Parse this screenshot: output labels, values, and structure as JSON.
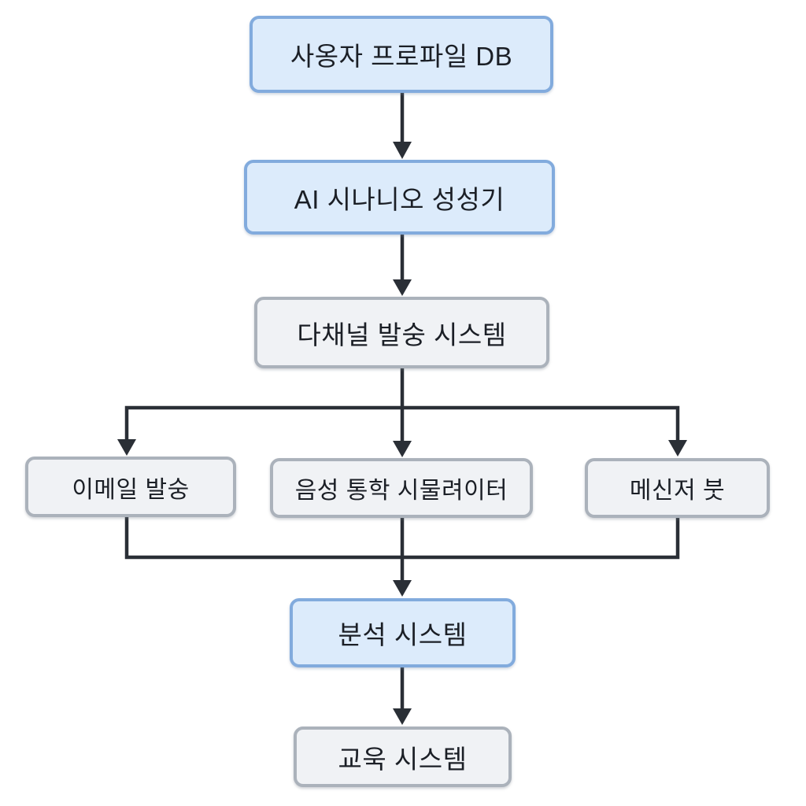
{
  "diagram": {
    "type": "flowchart",
    "direction": "top-down",
    "background": "#ffffff",
    "nodes": [
      {
        "id": "user-profile-db",
        "label": "사옹자 프로파일 DB",
        "variant": "blue",
        "row": 1
      },
      {
        "id": "ai-scenario-generator",
        "label": "AI 시나니오 성성기",
        "variant": "blue",
        "row": 2
      },
      {
        "id": "multichannel-dispatch",
        "label": "다채널 발숭 시스템",
        "variant": "gray",
        "row": 3
      },
      {
        "id": "email-dispatch",
        "label": "이메일 발숭",
        "variant": "gray",
        "row": 4
      },
      {
        "id": "voice-call-simulator",
        "label": "음성 통학 시물려이터",
        "variant": "gray",
        "row": 4
      },
      {
        "id": "messenger-bot",
        "label": "메신저 붓",
        "variant": "gray",
        "row": 4
      },
      {
        "id": "analysis-system",
        "label": "분석 시스템",
        "variant": "blue",
        "row": 5
      },
      {
        "id": "education-system",
        "label": "교욱 시스템",
        "variant": "gray",
        "row": 6
      }
    ],
    "edges": [
      {
        "from": "user-profile-db",
        "to": "ai-scenario-generator"
      },
      {
        "from": "ai-scenario-generator",
        "to": "multichannel-dispatch"
      },
      {
        "from": "multichannel-dispatch",
        "to": "email-dispatch"
      },
      {
        "from": "multichannel-dispatch",
        "to": "voice-call-simulator"
      },
      {
        "from": "multichannel-dispatch",
        "to": "messenger-bot"
      },
      {
        "from": "email-dispatch",
        "to": "analysis-system"
      },
      {
        "from": "voice-call-simulator",
        "to": "analysis-system"
      },
      {
        "from": "messenger-bot",
        "to": "analysis-system"
      },
      {
        "from": "analysis-system",
        "to": "education-system"
      }
    ],
    "colors": {
      "node_blue_fill": "#dcebfb",
      "node_blue_border": "#82abdd",
      "node_gray_fill": "#f0f2f5",
      "node_gray_border": "#abb2bb",
      "edge": "#2a2f36",
      "text": "#1b1f26",
      "background": "#ffffff"
    }
  }
}
